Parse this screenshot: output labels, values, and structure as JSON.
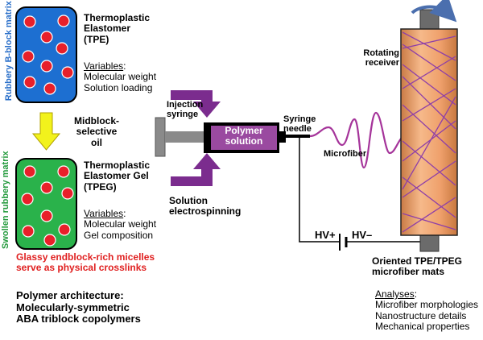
{
  "left": {
    "side_label_top": "Rubbery B-block matrix",
    "side_label_bottom": "Swollen rubbery matrix",
    "tpe_title": [
      "Thermoplastic",
      "Elastomer",
      "(TPE)"
    ],
    "tpe_variables_heading": "Variables",
    "tpe_variables_colon": ":",
    "tpe_variables": [
      "Molecular weight",
      "Solution loading"
    ],
    "oil_label": [
      "Midblock-",
      "selective",
      "oil"
    ],
    "tpeg_title": [
      "Thermoplastic",
      "Elastomer Gel",
      "(TPEG)"
    ],
    "tpeg_variables_heading": "Variables",
    "tpeg_variables_colon": ":",
    "tpeg_variables": [
      "Molecular weight",
      "Gel composition"
    ],
    "micelle_note": [
      "Glassy endblock-rich micelles",
      "serve as physical crosslinks"
    ],
    "architecture": [
      "Polymer architecture:",
      "Molecularly-symmetric",
      "ABA triblock copolymers"
    ]
  },
  "center": {
    "injection_syringe": [
      "Injection",
      "syringe"
    ],
    "polymer_solution": [
      "Polymer",
      "solution"
    ],
    "syringe_needle": [
      "Syringe",
      "needle"
    ],
    "electrospinning": [
      "Solution",
      "electrospinning"
    ],
    "microfiber": "Microfiber",
    "hv_plus": "HV+",
    "hv_minus": "HV–"
  },
  "right": {
    "rotating_receiver": [
      "Rotating",
      "receiver"
    ],
    "mats_label": [
      "Oriented TPE/TPEG",
      "microfiber mats"
    ],
    "analyses_heading": "Analyses",
    "analyses_colon": ":",
    "analyses": [
      "Microfiber morphologies",
      "Nanostructure details",
      "Mechanical properties"
    ]
  },
  "colors": {
    "blue_matrix": "#1d6fd1",
    "green_matrix": "#2ab24b",
    "micelle_red": "#e8202a",
    "side_label_blue": "#2a6fc9",
    "side_label_green": "#239a3c",
    "note_red": "#e02020",
    "oil_arrow_yellow": "#f2f21c",
    "purple_arrow": "#7b2c8e",
    "solution_purple": "#9a4aa0",
    "fiber_magenta": "#a5349a",
    "cylinder_orange": "#f0a570",
    "rod_gray": "#6b6b6b"
  }
}
